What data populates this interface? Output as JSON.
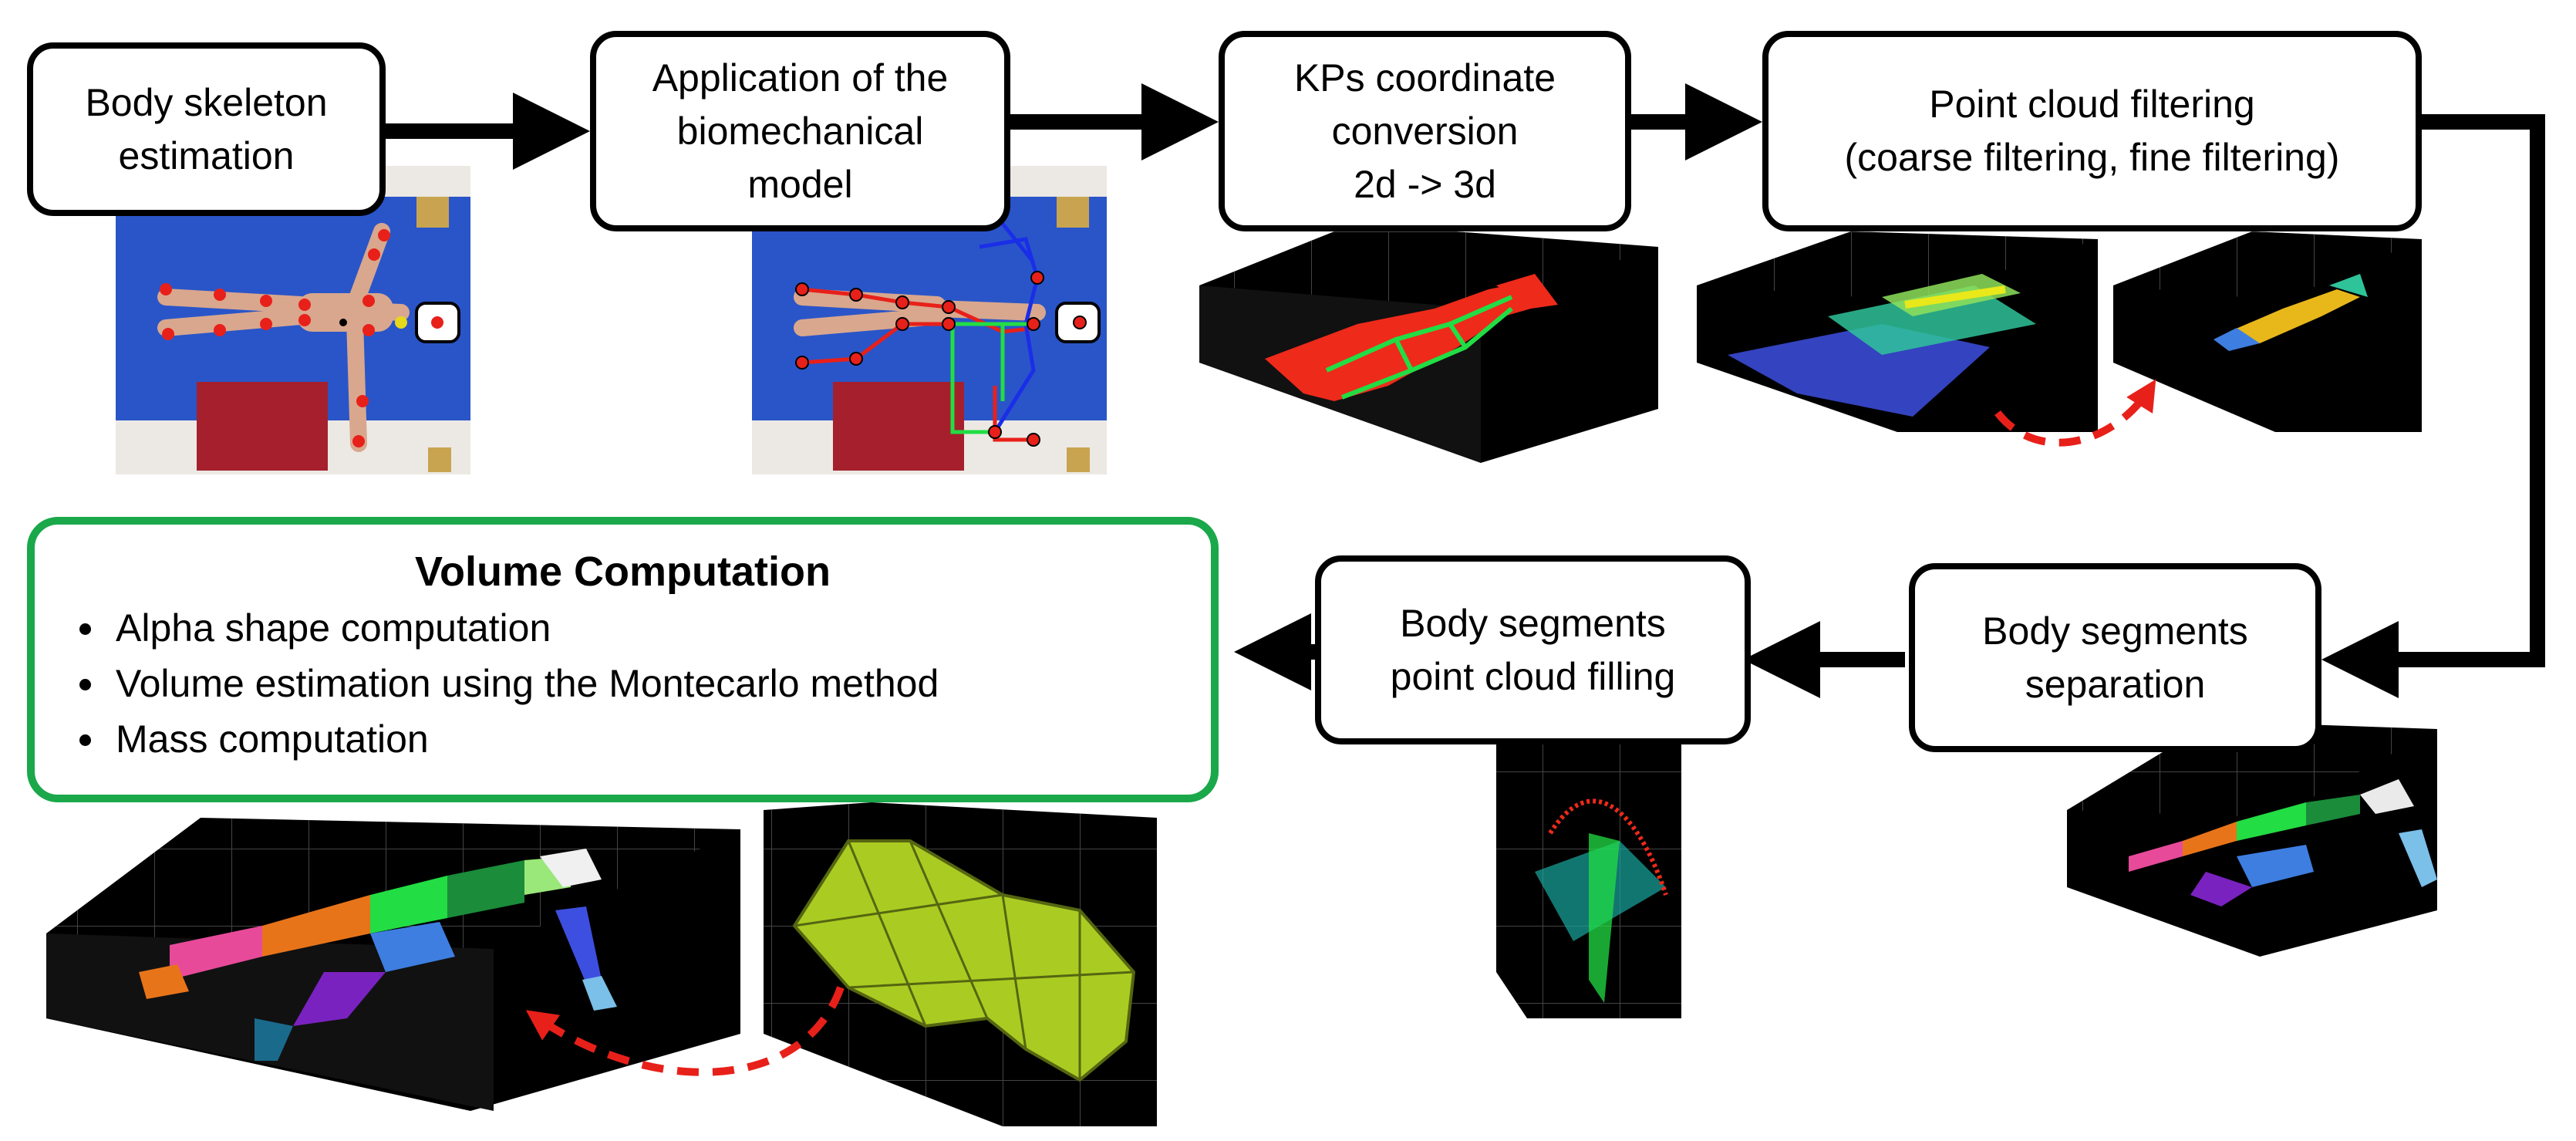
{
  "steps": {
    "body_skeleton": [
      "Body skeleton",
      "estimation"
    ],
    "biomech": [
      "Application of the",
      "biomechanical",
      "model"
    ],
    "kps": [
      "KPs coordinate",
      "conversion",
      "2d -> 3d"
    ],
    "filtering": [
      "Point cloud filtering",
      "(coarse filtering, fine filtering)"
    ],
    "separation": [
      "Body segments",
      "separation"
    ],
    "filling": [
      "Body segments",
      "point cloud filling"
    ]
  },
  "volume": {
    "title": "Volume Computation",
    "bullets": [
      "Alpha shape computation",
      "Volume estimation using the Montecarlo method",
      "Mass computation"
    ]
  },
  "colors": {
    "box_border": "#000000",
    "volume_border": "#1aa84a",
    "dashed_arrow": "#e8201a",
    "mat_blue": "#2a55c8",
    "point_cloud_red": "#ee2a1a",
    "skeleton_green": "#22dd44"
  }
}
